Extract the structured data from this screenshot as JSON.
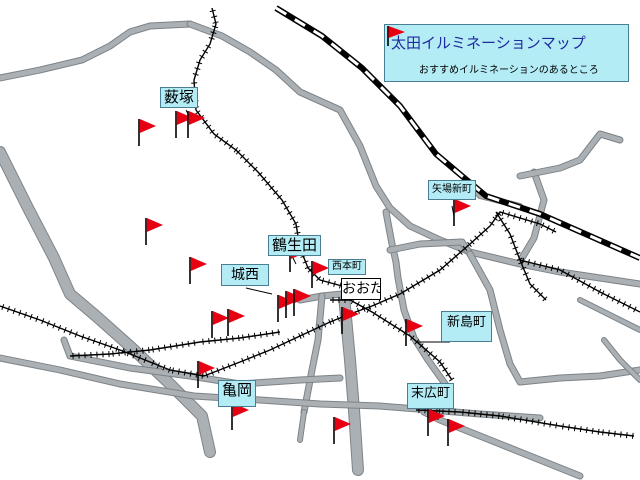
{
  "legend": {
    "title": "太田イルミネーションマップ",
    "flag_description": "おすすめイルミネーションのあるところ",
    "flag_color": "#e60012"
  },
  "stations": {
    "yabuzuka": "薮塚",
    "tsuruuda": "鶴生田",
    "josai": "城西",
    "nishihoncho": "西本町",
    "ota": "おおた",
    "yaba_shinmachi": "矢場新町",
    "shinjimacho": "新島町",
    "kameoka": "亀岡",
    "suehirocho": "末広町"
  },
  "colors": {
    "label_fill": "#b4ecf6",
    "label_border": "#4a7f93",
    "road": "#aab0b4",
    "road_outline": "#7d8387",
    "railway": "#000000",
    "title_text": "#1f2b9c"
  }
}
